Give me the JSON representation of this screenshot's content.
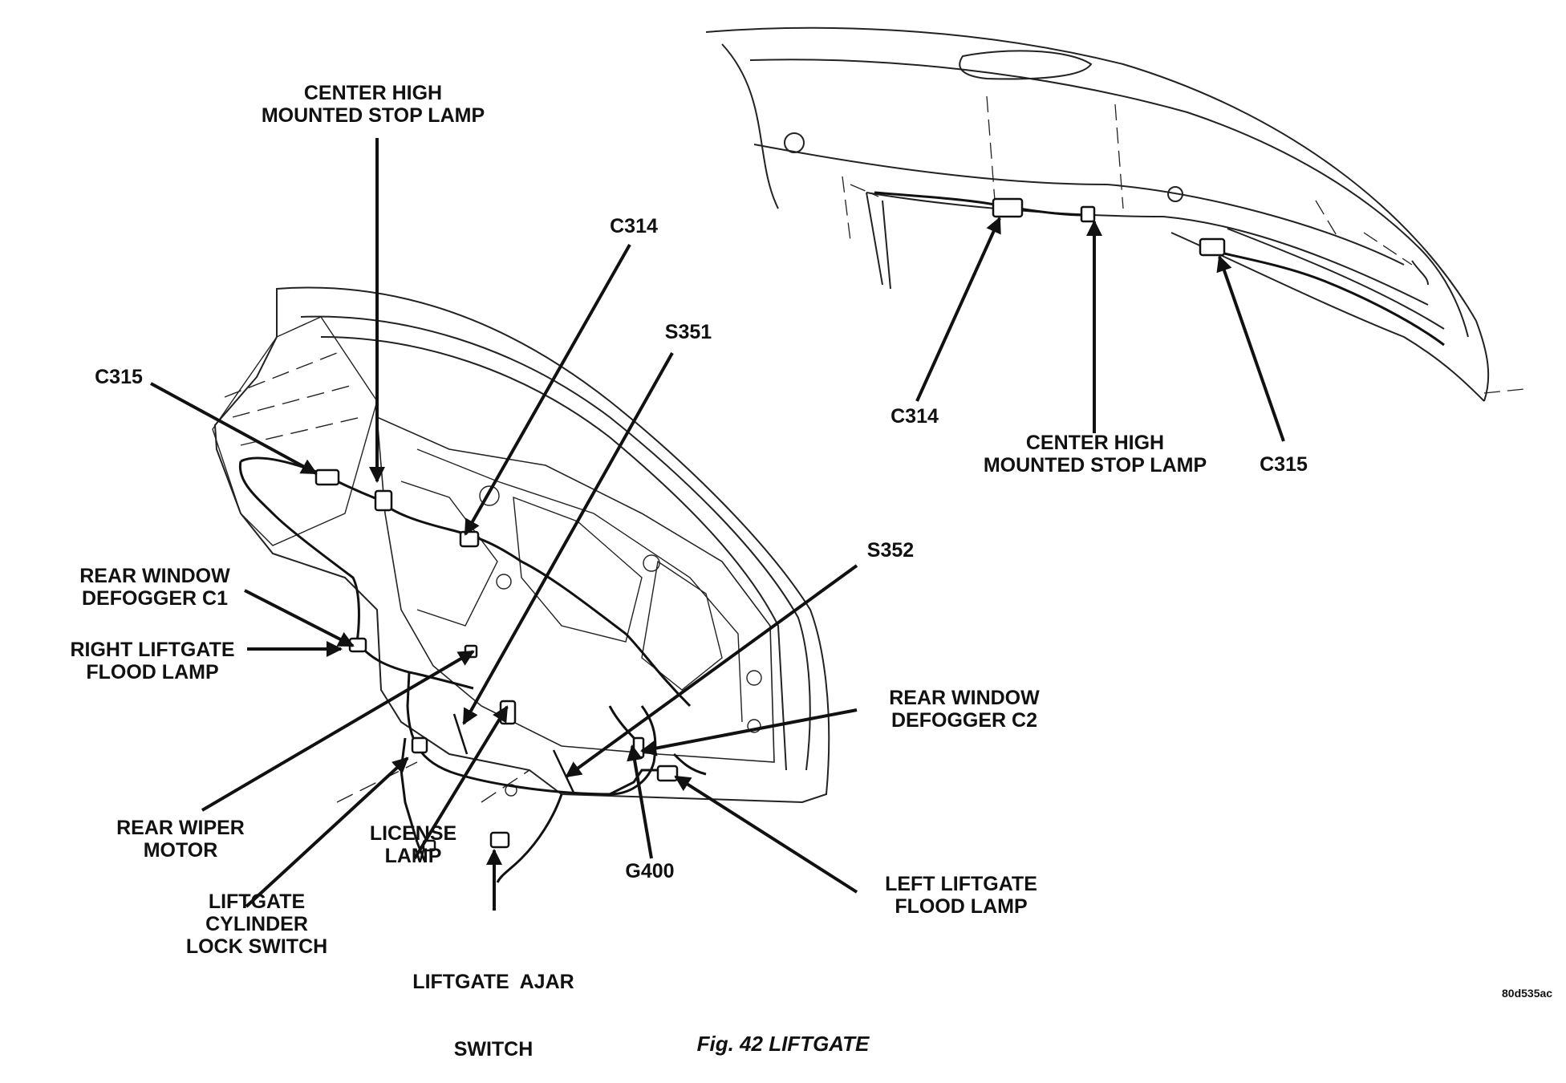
{
  "labels": {
    "chmsl_top": [
      "CENTER HIGH",
      "MOUNTED STOP LAMP"
    ],
    "c314_main": "C314",
    "s351": "S351",
    "c315_main": "C315",
    "rear_window_defogger_c1": [
      "REAR WINDOW",
      "DEFOGGER C1"
    ],
    "right_liftgate_flood_lamp": [
      "RIGHT LIFTGATE",
      "FLOOD LAMP"
    ],
    "s352": "S352",
    "rear_window_defogger_c2": [
      "REAR WINDOW",
      "DEFOGGER C2"
    ],
    "rear_wiper_motor": [
      "REAR WIPER",
      "MOTOR"
    ],
    "license_lamp": [
      "LICENSE",
      "LAMP"
    ],
    "g400": "G400",
    "left_liftgate_flood_lamp": [
      "LEFT LIFTGATE",
      "FLOOD LAMP"
    ],
    "liftgate_cylinder_lock_switch": [
      "LIFTGATE",
      "CYLINDER",
      "LOCK SWITCH"
    ],
    "liftgate_ajar_switch": [
      "LIFTGATE  AJAR",
      "SWITCH"
    ],
    "c314_inset": "C314",
    "chmsl_inset": [
      "CENTER HIGH",
      "MOUNTED STOP LAMP"
    ],
    "c315_inset": "C315"
  },
  "image_code": "80d535ac",
  "caption": "Fig. 42 LIFTGATE"
}
